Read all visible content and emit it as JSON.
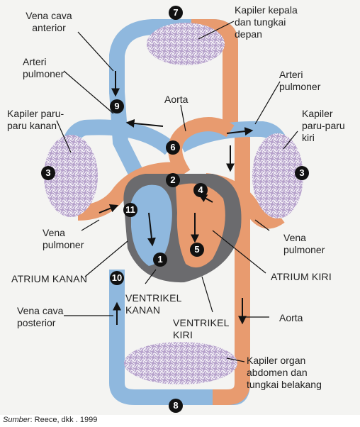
{
  "labels": {
    "vena_cava_anterior": "Vena cava\nanterior",
    "kapiler_kepala": "Kapiler kepala\ndan tungkai\ndepan",
    "arteri_pulmoner_left": "Arteri\npulmoner",
    "arteri_pulmoner_right": "Arteri\npulmoner",
    "aorta_top": "Aorta",
    "kapiler_paru_kanan": "Kapiler paru-\nparu kanan",
    "kapiler_paru_kiri": "Kapiler\nparu-paru\nkiri",
    "vena_pulmoner_left": "Vena\npulmoner",
    "vena_pulmoner_right": "Vena\npulmoner",
    "atrium_kanan": "ATRIUM KANAN",
    "atrium_kiri": "ATRIUM KIRI",
    "ventrikel_kanan": "VENTRIKEL\nKANAN",
    "ventrikel_kiri": "VENTRIKEL\nKIRI",
    "vena_cava_posterior": "Vena cava\nposterior",
    "aorta_bottom": "Aorta",
    "kapiler_organ": "Kapiler organ\nabdomen dan\ntungkai belakang"
  },
  "numbers": {
    "n1": "1",
    "n2": "2",
    "n3_left": "3",
    "n3_right": "3",
    "n4": "4",
    "n5": "5",
    "n6": "6",
    "n7": "7",
    "n8": "8",
    "n9": "9",
    "n10": "10",
    "n11": "11"
  },
  "caption": {
    "source_label": "Sumber",
    "source_text": ": Reece, dkk . 1999"
  },
  "colors": {
    "deoxygenated": "#8fb8de",
    "oxygenated": "#e89b6f",
    "capillary": "#b7a3cc",
    "heart_shadow": "#6b6b6e",
    "background": "#f4f4f2"
  }
}
